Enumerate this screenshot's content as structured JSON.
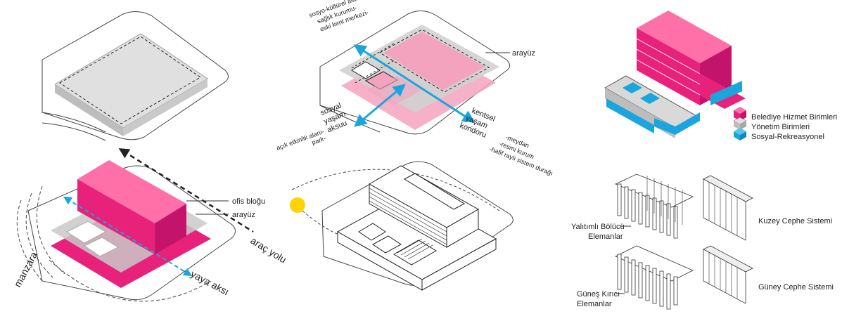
{
  "diagram1": {
    "labels": {
      "ofis": "ofis bloğu",
      "arayuz": "arayüz",
      "arac": "araç yolu",
      "yaya": "yaya aksı",
      "manzara": "manzara"
    }
  },
  "diagram2": {
    "labels": {
      "arayuz": "arayüz",
      "top_line1": "sosyo-kültürel alan-",
      "top_line2": "sağlık kurumu-",
      "top_line3": "eski kent merkezi-",
      "sosyal_1": "sosyal",
      "sosyal_2": "yaşam",
      "sosyal_3": "aksuu",
      "left_note1": "açık etkinlik alanı-",
      "left_note2": "park-",
      "kentsel_1": "kentsel",
      "kentsel_2": "yaşam",
      "kentsel_3": "koridoru",
      "right_note1": "-meydan",
      "right_note2": "-resmi kurum",
      "right_note3": "-hafif raylı sistem durağı"
    }
  },
  "legend": {
    "items": [
      {
        "label": "Belediye Hizmet Birimleri",
        "color": "#e8217a"
      },
      {
        "label": "Yönetim Birimleri",
        "color": "#cfcfcf"
      },
      {
        "label": "Sosyal-Rekreasyonel",
        "color": "#1aa6dc"
      }
    ]
  },
  "facade": {
    "yalitimli_1": "Yalıtımlı Bölücü",
    "yalitimli_2": "Elemanlar",
    "gunes_1": "Güneş Kırıcı",
    "gunes_2": "Elemanlar",
    "kuzey": "Kuzey Cephe Sistemi",
    "guney": "Güney Cephe Sistemi"
  },
  "colors": {
    "magenta": "#e8217a",
    "pink": "#f4a3bf",
    "cyan": "#1aa6dc",
    "grey": "#cfcfcf",
    "sun": "#ffd400"
  }
}
